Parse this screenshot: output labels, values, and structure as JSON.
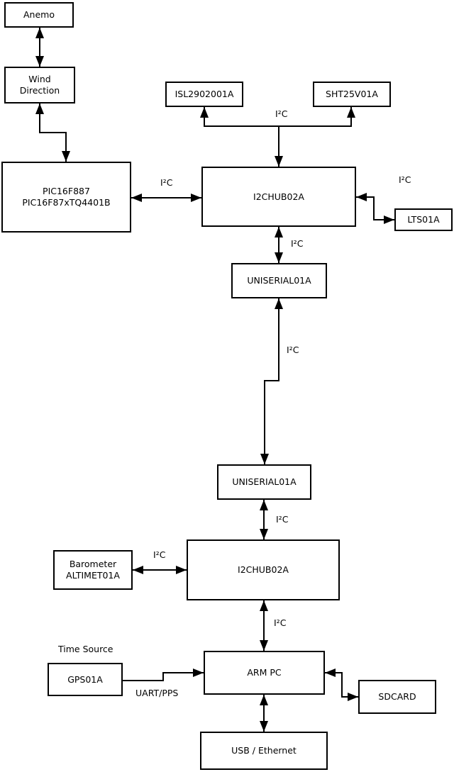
{
  "diagram": {
    "nodes": {
      "anemo": {
        "label": "Anemo"
      },
      "wind_direction": {
        "label": "Wind\nDirection"
      },
      "pic": {
        "label": "PIC16F887\nPIC16F87xTQ4401B"
      },
      "isl2902001a": {
        "label": "ISL2902001A"
      },
      "sht25v01a": {
        "label": "SHT25V01A"
      },
      "i2chub_upper": {
        "label": "I2CHUB02A"
      },
      "lts01a": {
        "label": "LTS01A"
      },
      "uniserial_upper": {
        "label": "UNISERIAL01A"
      },
      "uniserial_lower": {
        "label": "UNISERIAL01A"
      },
      "i2chub_lower": {
        "label": "I2CHUB02A"
      },
      "barometer": {
        "label": "Barometer\nALTIMET01A"
      },
      "gps01a": {
        "label": "GPS01A"
      },
      "arm_pc": {
        "label": "ARM PC"
      },
      "sdcard": {
        "label": "SDCARD"
      },
      "usb_ethernet": {
        "label": "USB / Ethernet"
      }
    },
    "labels": {
      "i2c": "I²C",
      "uart_pps": "UART/PPS",
      "time_source": "Time Source"
    },
    "colors": {
      "line": "#000000",
      "box_border": "#000000",
      "box_fill": "#ffffff",
      "background": "#ffffff",
      "text": "#000000"
    }
  }
}
